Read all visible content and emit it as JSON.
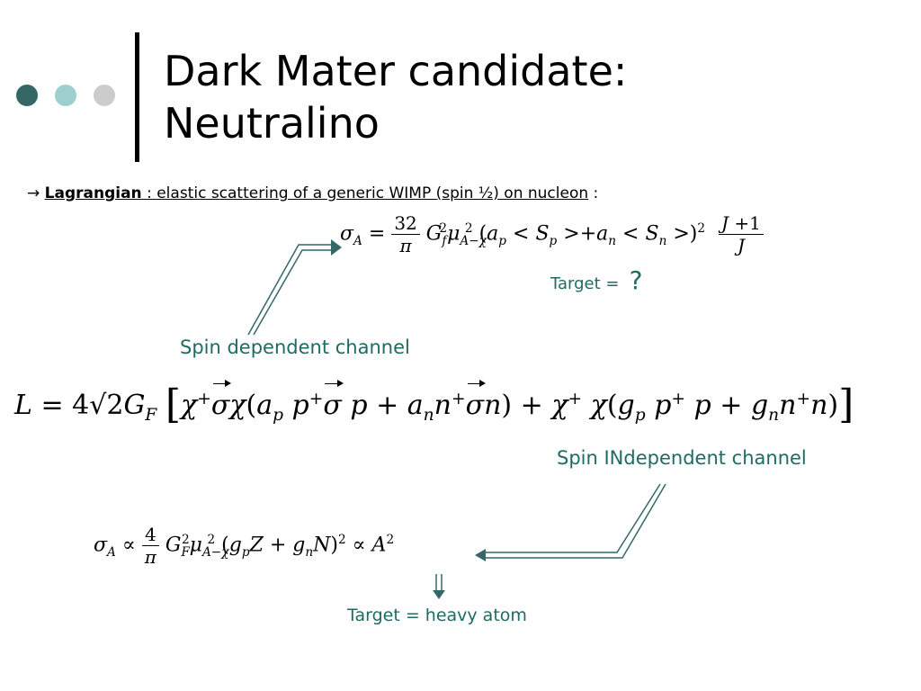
{
  "slide": {
    "title_line1": "Dark Mater candidate:",
    "title_line2": "Neutralino",
    "dot_colors": [
      "#356767",
      "#9ecfcf",
      "#cccccc"
    ]
  },
  "lagrangian_line": {
    "arrow": "→",
    "keyword": "Lagrangian",
    "colon": " : ",
    "description": "elastic scattering of a generic WIMP (spin ½) on nucleon",
    "trailing": " :"
  },
  "labels": {
    "target_question_prefix": "Target =",
    "target_question_mark": "?",
    "spin_dependent": "Spin dependent channel",
    "spin_independent": "Spin INdependent channel",
    "target_heavy": "Target = heavy atom"
  },
  "accent_color": "#1f6b63"
}
